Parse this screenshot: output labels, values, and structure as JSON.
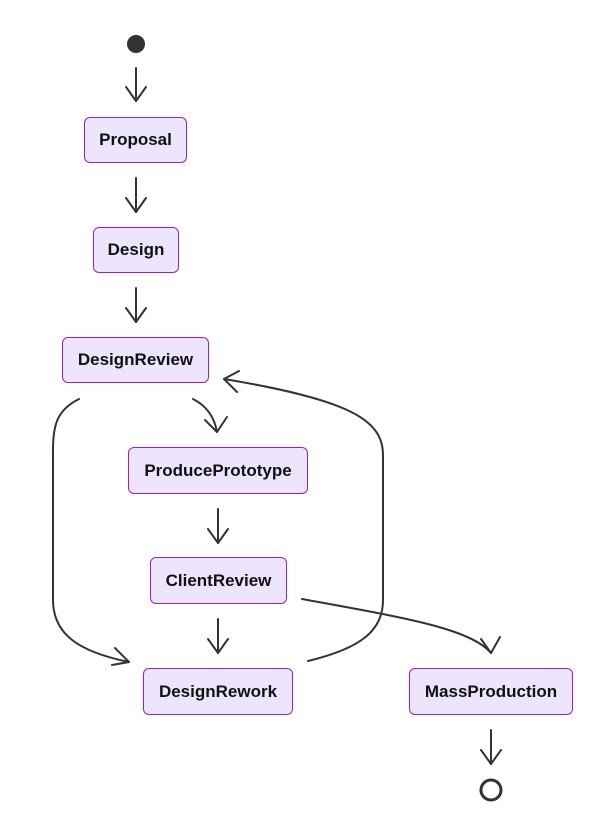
{
  "colors": {
    "node_fill": "#ece5fb",
    "node_border": "#9b1fc9",
    "edge": "#333333",
    "text": "#111111"
  },
  "states": [
    {
      "id": "proposal",
      "label": "Proposal"
    },
    {
      "id": "design",
      "label": "Design"
    },
    {
      "id": "design-review",
      "label": "DesignReview"
    },
    {
      "id": "produce-prototype",
      "label": "ProducePrototype"
    },
    {
      "id": "client-review",
      "label": "ClientReview"
    },
    {
      "id": "design-rework",
      "label": "DesignRework"
    },
    {
      "id": "mass-production",
      "label": "MassProduction"
    }
  ],
  "transitions": [
    {
      "from": "start",
      "to": "proposal"
    },
    {
      "from": "proposal",
      "to": "design"
    },
    {
      "from": "design",
      "to": "design-review"
    },
    {
      "from": "design-review",
      "to": "produce-prototype"
    },
    {
      "from": "design-review",
      "to": "design-rework"
    },
    {
      "from": "produce-prototype",
      "to": "client-review"
    },
    {
      "from": "client-review",
      "to": "design-rework"
    },
    {
      "from": "client-review",
      "to": "mass-production"
    },
    {
      "from": "design-rework",
      "to": "design-review"
    },
    {
      "from": "mass-production",
      "to": "end"
    }
  ]
}
